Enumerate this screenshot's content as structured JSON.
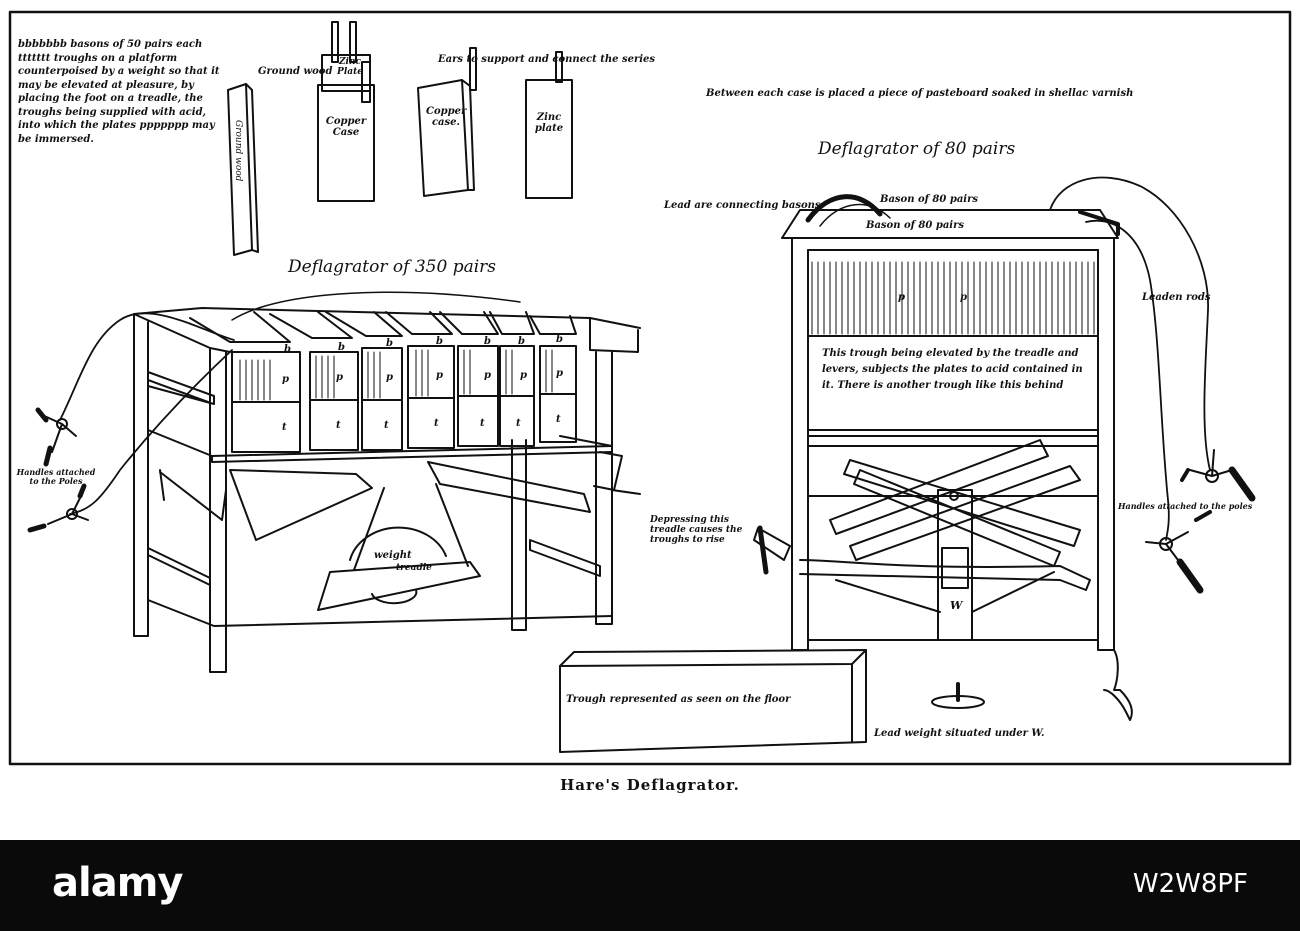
{
  "caption": "Hare's Deflagrator.",
  "top_left_note": "bbbbbbb basons of 50 pairs each ttttttt troughs on a platform counterpoised by a weight so that it may be elevated at pleasure, by placing the foot on a treadle, the troughs being supplied with acid, into which the plates ppppppp may be immersed.",
  "labels": {
    "ground_wood_left": "Ground wood",
    "ground_wood_bar": "Ground wood",
    "zinc_plate_small": "Zinc Plate",
    "copper_case_1": "Copper Case",
    "ears_note": "Ears to support and connect the series",
    "copper_case_2": "Copper case.",
    "zinc_plate_2": "Zinc plate",
    "between_each_case": "Between each case is placed a piece of pasteboard soaked in shellac varnish",
    "deflagrator_80": "Deflagrator of 80 pairs",
    "deflagrator_350": "Deflagrator of 350 pairs",
    "lead_connecting_basons": "Lead are connecting basons",
    "bason_80_a": "Bason of 80 pairs",
    "bason_80_b": "Bason of 80 pairs",
    "leaden_rods": "Leaden rods",
    "trough_elevated_note": "This trough being elevated by the treadle and levers, subjects the plates to acid contained in it. There is another trough like this behind",
    "handles_left": "Handles attached to the Poles",
    "handles_right": "Handles attached to the poles",
    "depressing_treadle": "Depressing this treadle causes the troughs to rise",
    "weight": "weight",
    "treadle": "treadle",
    "trough_floor": "Trough represented as seen on the floor",
    "lead_weight": "Lead weight situated under W.",
    "w_mark": "W",
    "p_mark": "p",
    "b_mark": "b",
    "t_mark": "t"
  },
  "watermark": {
    "brand": "alamy",
    "image_id": "W2W8PF"
  }
}
